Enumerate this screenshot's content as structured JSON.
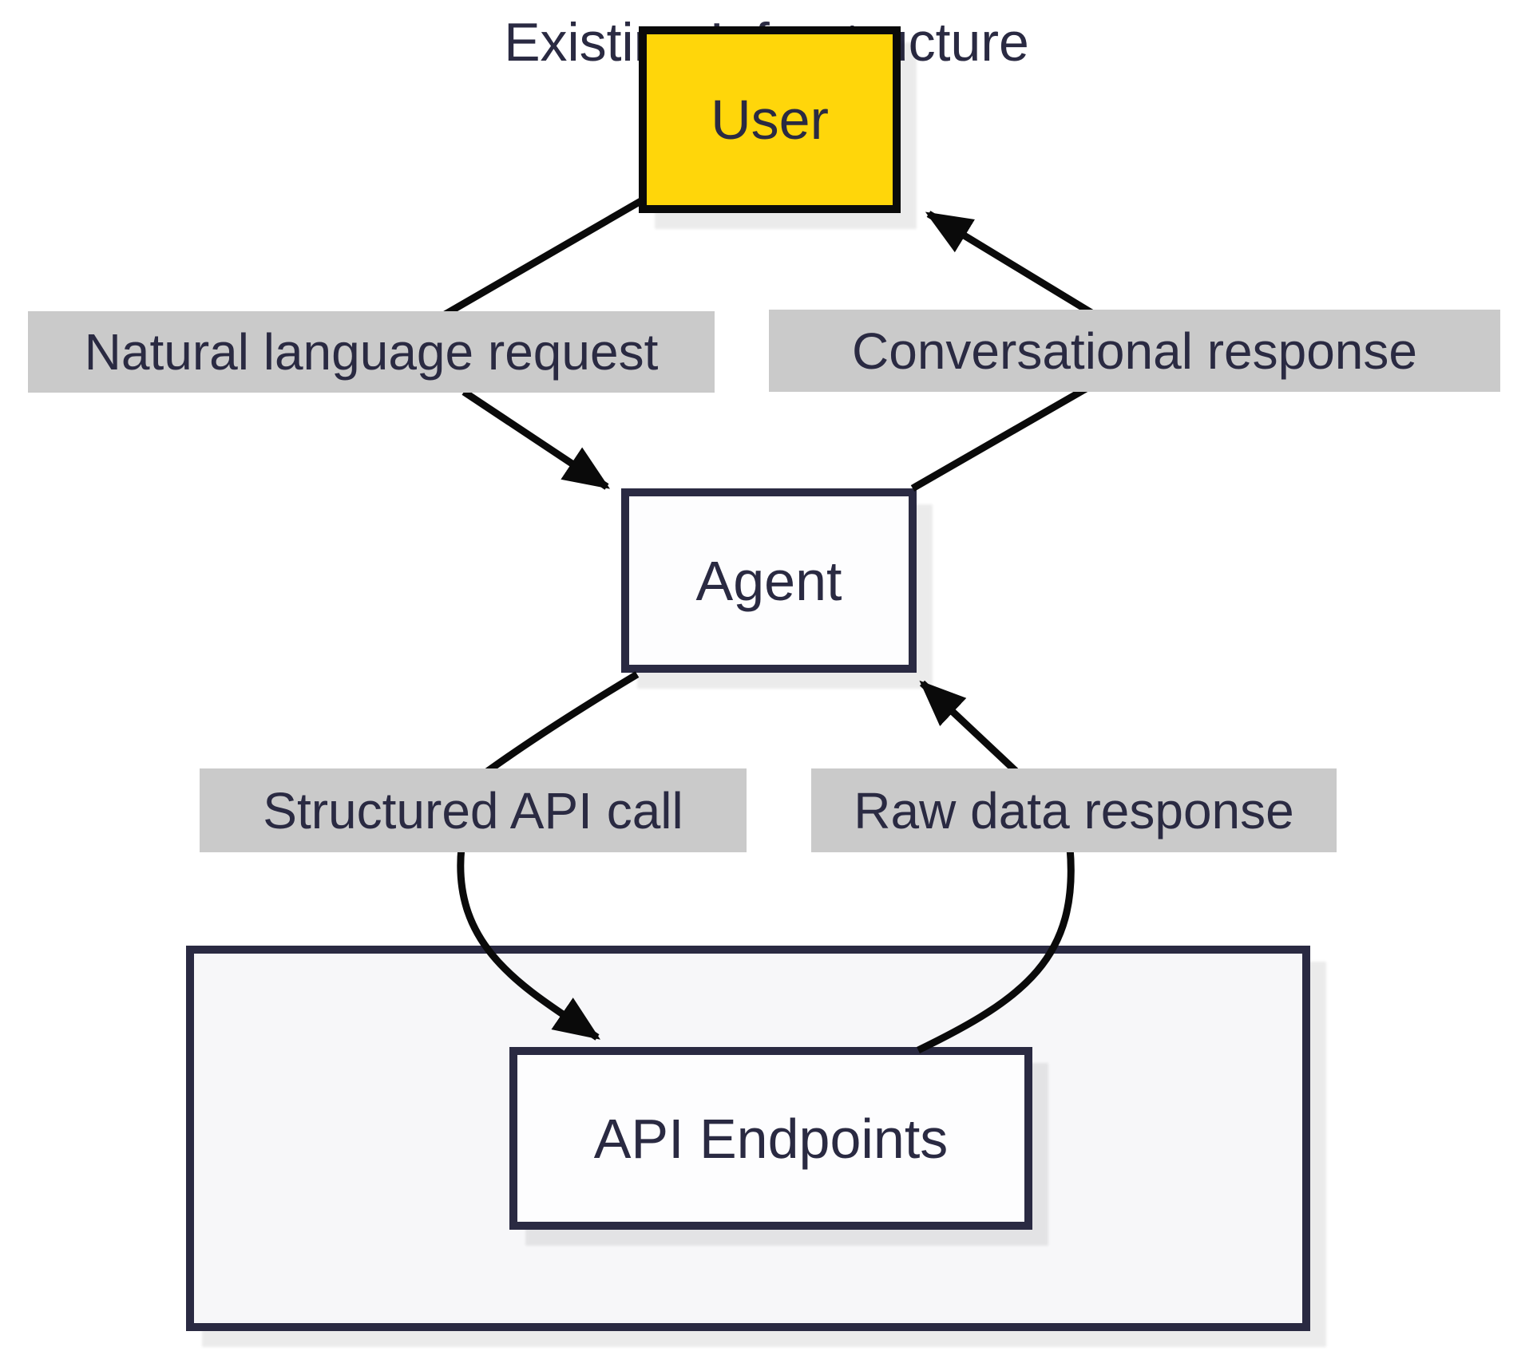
{
  "diagram": {
    "nodes": {
      "user": {
        "label": "User"
      },
      "agent": {
        "label": "Agent"
      },
      "api_endpoints": {
        "label": "API Endpoints"
      }
    },
    "cluster": {
      "title": "Existing Infrastructure"
    },
    "edges": [
      {
        "from": "User",
        "to": "Agent",
        "label": "Natural language request"
      },
      {
        "from": "Agent",
        "to": "User",
        "label": "Conversational response"
      },
      {
        "from": "Agent",
        "to": "API Endpoints",
        "label": "Structured API call"
      },
      {
        "from": "API Endpoints",
        "to": "Agent",
        "label": "Raw data response"
      }
    ],
    "colors": {
      "text": "#2A2A42",
      "node_border": "#2A2A42",
      "user_fill": "#FFD60A",
      "user_border": "#0a0a0a",
      "arrow": "#0a0a0a",
      "label_bg": "#CACACA",
      "cluster_fill": "#F7F7F9",
      "node_fill": "#FDFDFE",
      "page_bg": "#FFFFFF"
    }
  }
}
